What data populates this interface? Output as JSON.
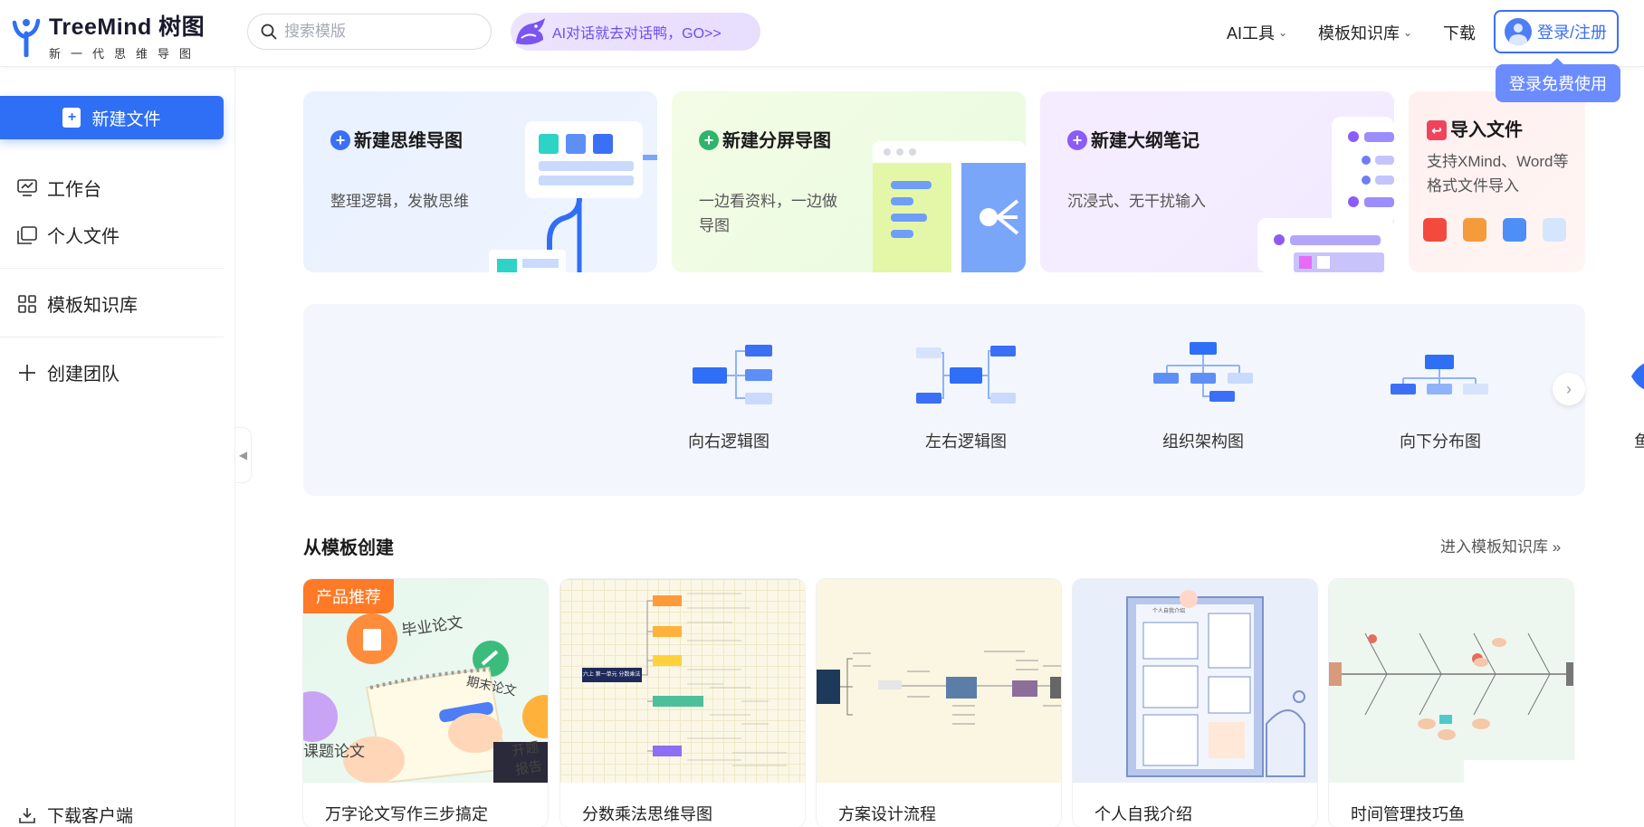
{
  "app": {
    "logo_title": "TreeMind 树图",
    "logo_subtitle": "新一代思维导图"
  },
  "search": {
    "placeholder": "搜索模版"
  },
  "ai_banner": {
    "text": "AI对话就去对话鸭，GO>>"
  },
  "nav": {
    "ai_tools": "AI工具",
    "template_library": "模板知识库",
    "download": "下载",
    "login": "登录/注册",
    "login_tip": "登录免费使用"
  },
  "sidebar": {
    "new_file": "新建文件",
    "items": [
      {
        "label": "工作台",
        "icon": "desktop-icon"
      },
      {
        "label": "个人文件",
        "icon": "files-icon"
      },
      {
        "label": "模板知识库",
        "icon": "grid-icon"
      },
      {
        "label": "创建团队",
        "icon": "plus-icon"
      }
    ],
    "download_client": "下载客户端"
  },
  "create_cards": [
    {
      "title": "新建思维导图",
      "desc": "整理逻辑，发散思维",
      "accent": "#3b6ff5"
    },
    {
      "title": "新建分屏导图",
      "desc": "一边看资料，一边做导图",
      "accent": "#2fb46b"
    },
    {
      "title": "新建大纲笔记",
      "desc": "沉浸式、无干扰输入",
      "accent": "#8b5cf6"
    },
    {
      "title": "导入文件",
      "desc": "支持XMind、Word等格式文件导入",
      "accent": "#f0445c"
    }
  ],
  "layout_templates": [
    {
      "label": "向右逻辑图"
    },
    {
      "label": "左右逻辑图"
    },
    {
      "label": "组织架构图"
    },
    {
      "label": "向下分布图"
    },
    {
      "label": "鱼骨图-向右"
    }
  ],
  "section": {
    "title": "从模板创建",
    "link": "进入模板知识库 »"
  },
  "template_cards": [
    {
      "name": "万字论文写作三步搞定",
      "badge": "产品推荐",
      "tags": [
        "毕业论文",
        "期末论文",
        "开题报告",
        "课题论文"
      ]
    },
    {
      "name": "分数乘法思维导图",
      "root": "六上 第一单元 分数乘法"
    },
    {
      "name": "方案设计流程"
    },
    {
      "name": "个人自我介绍",
      "header": "个人自我介绍"
    },
    {
      "name": "时间管理技巧鱼"
    }
  ],
  "colors": {
    "primary": "#2f6ff5",
    "ai_purple": "#6f4cf0",
    "badge_orange": "#ff7a26"
  }
}
